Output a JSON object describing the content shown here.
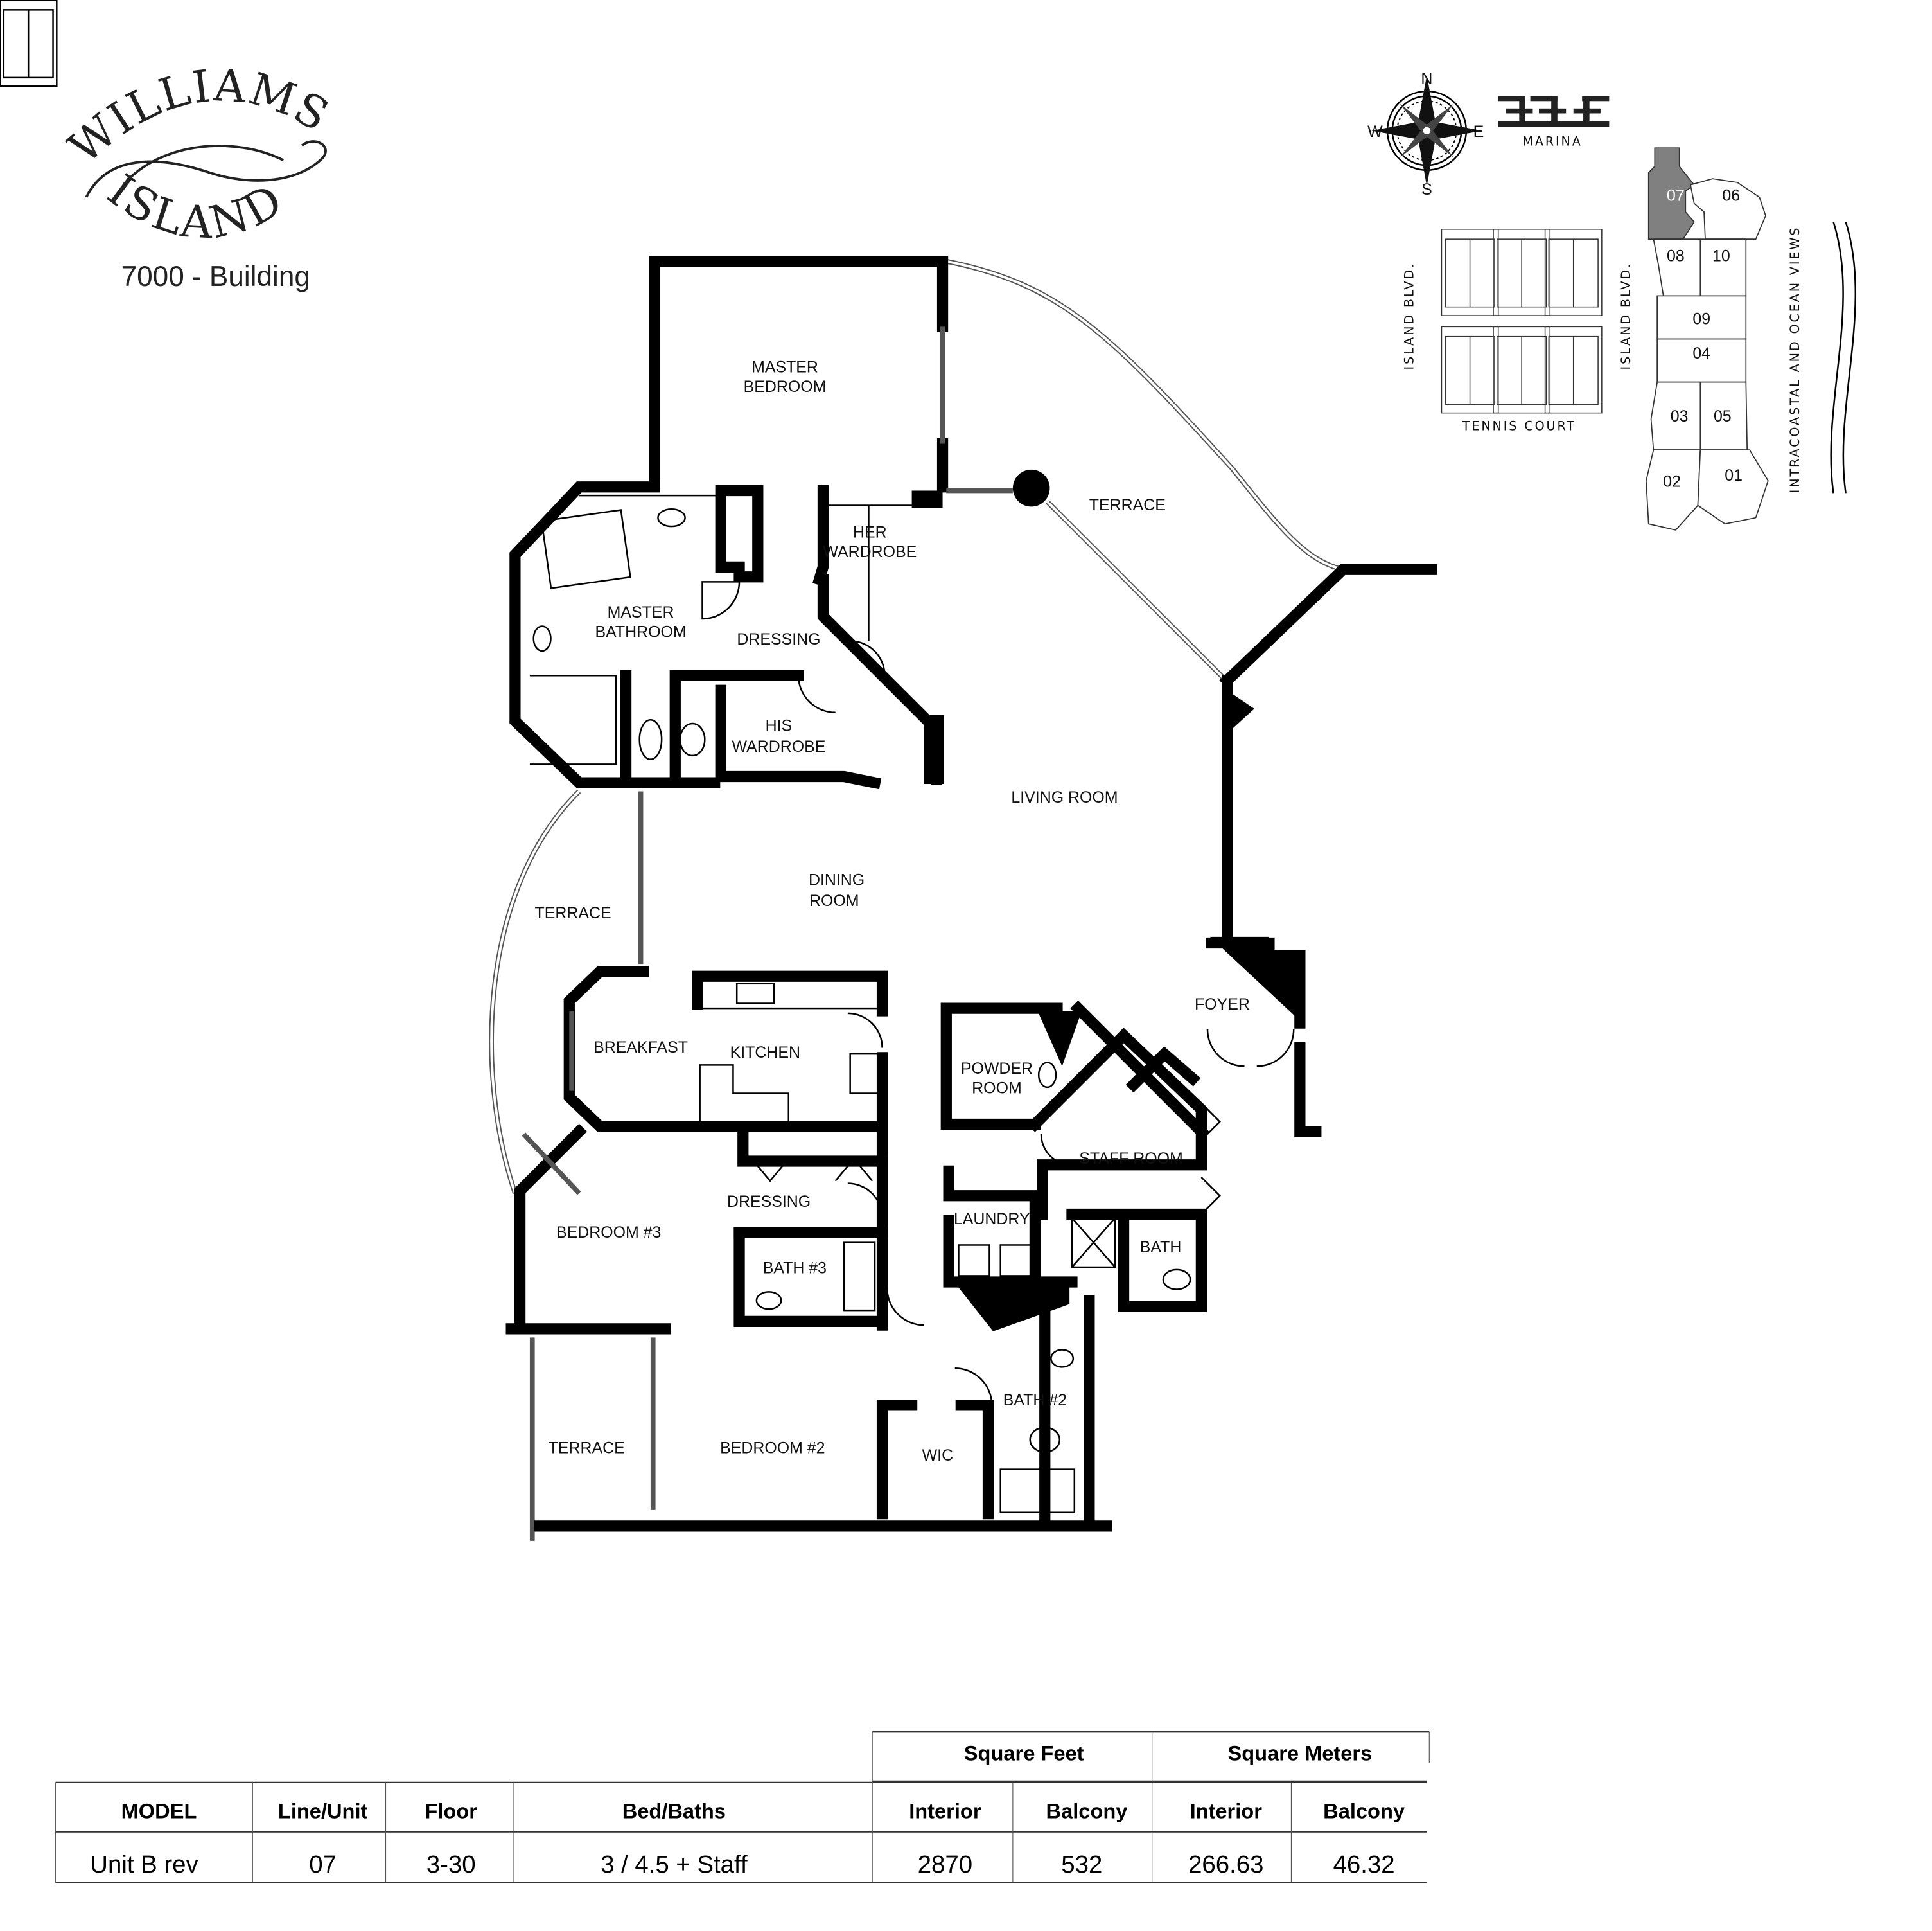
{
  "logo": {
    "line1": "WILLIAMS",
    "line2": "ISLAND"
  },
  "building": "7000 - Building",
  "compass": {
    "n": "N",
    "s": "S",
    "e": "E",
    "w": "W"
  },
  "keyplan": {
    "marina": "MARINA",
    "tennis": "TENNIS COURT",
    "road_left": "ISLAND BLVD.",
    "road_right": "ISLAND BLVD.",
    "views": "INTRACOASTAL AND OCEAN VIEWS",
    "units": [
      "07",
      "06",
      "08",
      "10",
      "09",
      "04",
      "03",
      "05",
      "02",
      "01"
    ],
    "highlight_unit": "07",
    "highlight_color": "#808080"
  },
  "rooms": {
    "master_bedroom": [
      "MASTER",
      "BEDROOM"
    ],
    "her_wardrobe": [
      "HER",
      "WARDROBE"
    ],
    "terrace_top": "TERRACE",
    "master_bathroom": [
      "MASTER",
      "BATHROOM"
    ],
    "dressing1": "DRESSING",
    "his_wardrobe": [
      "HIS",
      "WARDROBE"
    ],
    "living_room": "LIVING ROOM",
    "dining_room": [
      "DINING",
      "ROOM"
    ],
    "terrace_left": "TERRACE",
    "foyer": "FOYER",
    "breakfast": "BREAKFAST",
    "kitchen": "KITCHEN",
    "powder_room": [
      "POWDER",
      "ROOM"
    ],
    "staff_room": "STAFF ROOM",
    "dressing2": "DRESSING",
    "bedroom3": "BEDROOM #3",
    "laundry": "LAUNDRY",
    "bath": "BATH",
    "bath3": "BATH #3",
    "bath2": "BATH #2",
    "terrace_bottom": "TERRACE",
    "bedroom2": "BEDROOM #2",
    "wic": "WIC"
  },
  "table": {
    "group_headers": [
      "Square Feet",
      "Square Meters"
    ],
    "headers": [
      "MODEL",
      "Line/Unit",
      "Floor",
      "Bed/Baths",
      "Interior",
      "Balcony",
      "Interior",
      "Balcony"
    ],
    "row": [
      "Unit B rev",
      "07",
      "3-30",
      "3 / 4.5 + Staff",
      "2870",
      "532",
      "266.63",
      "46.32"
    ]
  }
}
